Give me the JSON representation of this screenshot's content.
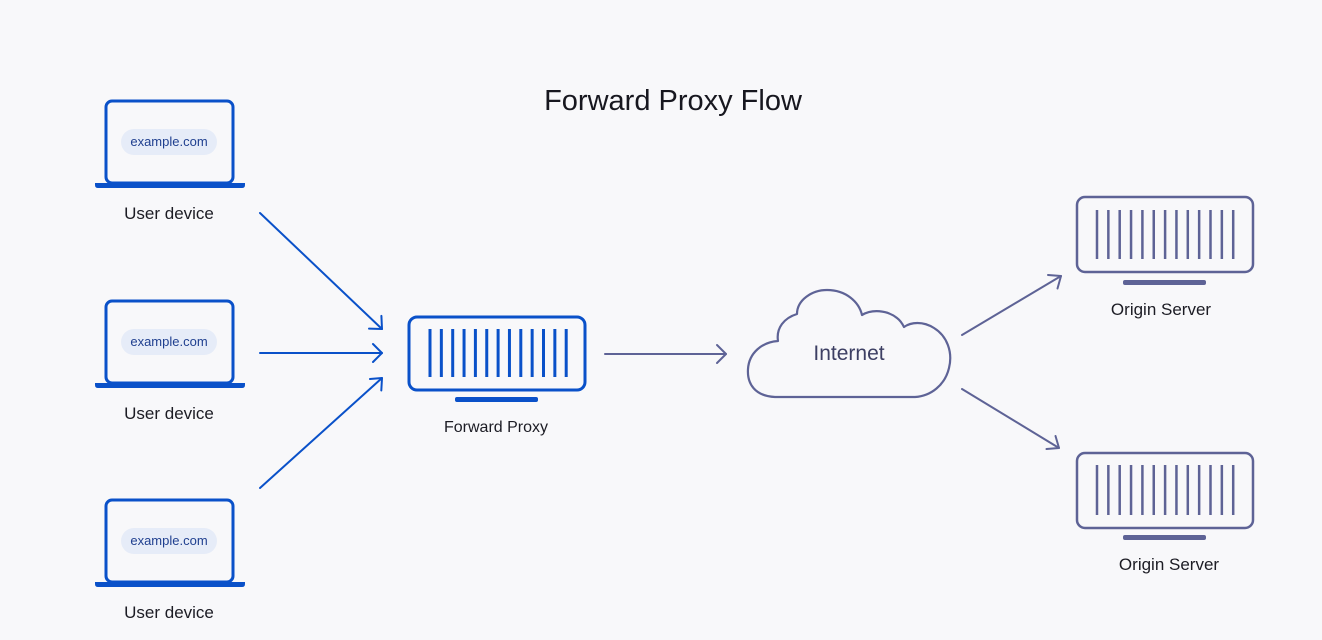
{
  "title": "Forward Proxy Flow",
  "devices": [
    {
      "label": "User device",
      "url": "example.com"
    },
    {
      "label": "User device",
      "url": "example.com"
    },
    {
      "label": "User device",
      "url": "example.com"
    }
  ],
  "proxy": {
    "label": "Forward Proxy"
  },
  "cloud": {
    "label": "Internet"
  },
  "origins": [
    {
      "label": "Origin Server"
    },
    {
      "label": "Origin Server"
    }
  ],
  "colors": {
    "blue": "#0a51c9",
    "slate": "#5e6396",
    "pill_bg": "#e6ecf8",
    "background": "#f8f8fa"
  },
  "icons": [
    "laptop-icon",
    "server-icon",
    "cloud-icon",
    "arrow-icon"
  ]
}
